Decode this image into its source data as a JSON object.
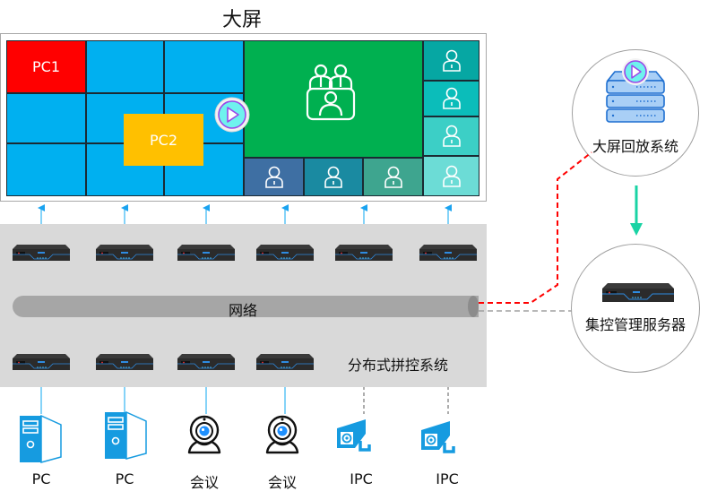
{
  "title": "大屏",
  "video_wall": {
    "windows": [
      {
        "name": "PC1",
        "label": "PC1",
        "color": "#ff0000"
      },
      {
        "name": "PC2",
        "label": "PC2",
        "color": "#ffc000"
      },
      {
        "name": "conference",
        "label": "",
        "color": "#00b050",
        "icon": "meeting-icon"
      }
    ],
    "base_color": "#00b0f0",
    "person_tiles_bottom": [
      "#3e6fa3",
      "#1a8aa1",
      "#3ea58f"
    ],
    "person_tiles_right": [
      "#06a7a3",
      "#0bbdba",
      "#3ccfc6",
      "#6cdcd6"
    ],
    "playback_icon": "play-circle-icon"
  },
  "distributed_system": {
    "network_label": "网络",
    "system_label": "分布式拼控系统",
    "encoders_top_count": 6,
    "decoders_bottom_count": 4
  },
  "sources": [
    {
      "label": "PC",
      "icon": "pc-tower-icon"
    },
    {
      "label": "PC",
      "icon": "pc-tower-icon"
    },
    {
      "label": "会议",
      "icon": "webcam-icon"
    },
    {
      "label": "会议",
      "icon": "webcam-icon"
    },
    {
      "label": "IPC",
      "icon": "ipc-camera-icon"
    },
    {
      "label": "IPC",
      "icon": "ipc-camera-icon"
    }
  ],
  "playback_system": {
    "label": "大屏回放系统",
    "icon": "server-play-icon"
  },
  "control_server": {
    "label": "集控管理服务器",
    "icon": "server-box-icon"
  },
  "colors": {
    "arrow_blue": "#1aa3f0",
    "link_red": "#ff0000",
    "link_gray": "#808080",
    "flow_teal": "#19d3a4",
    "device_blue": "#169be0"
  }
}
